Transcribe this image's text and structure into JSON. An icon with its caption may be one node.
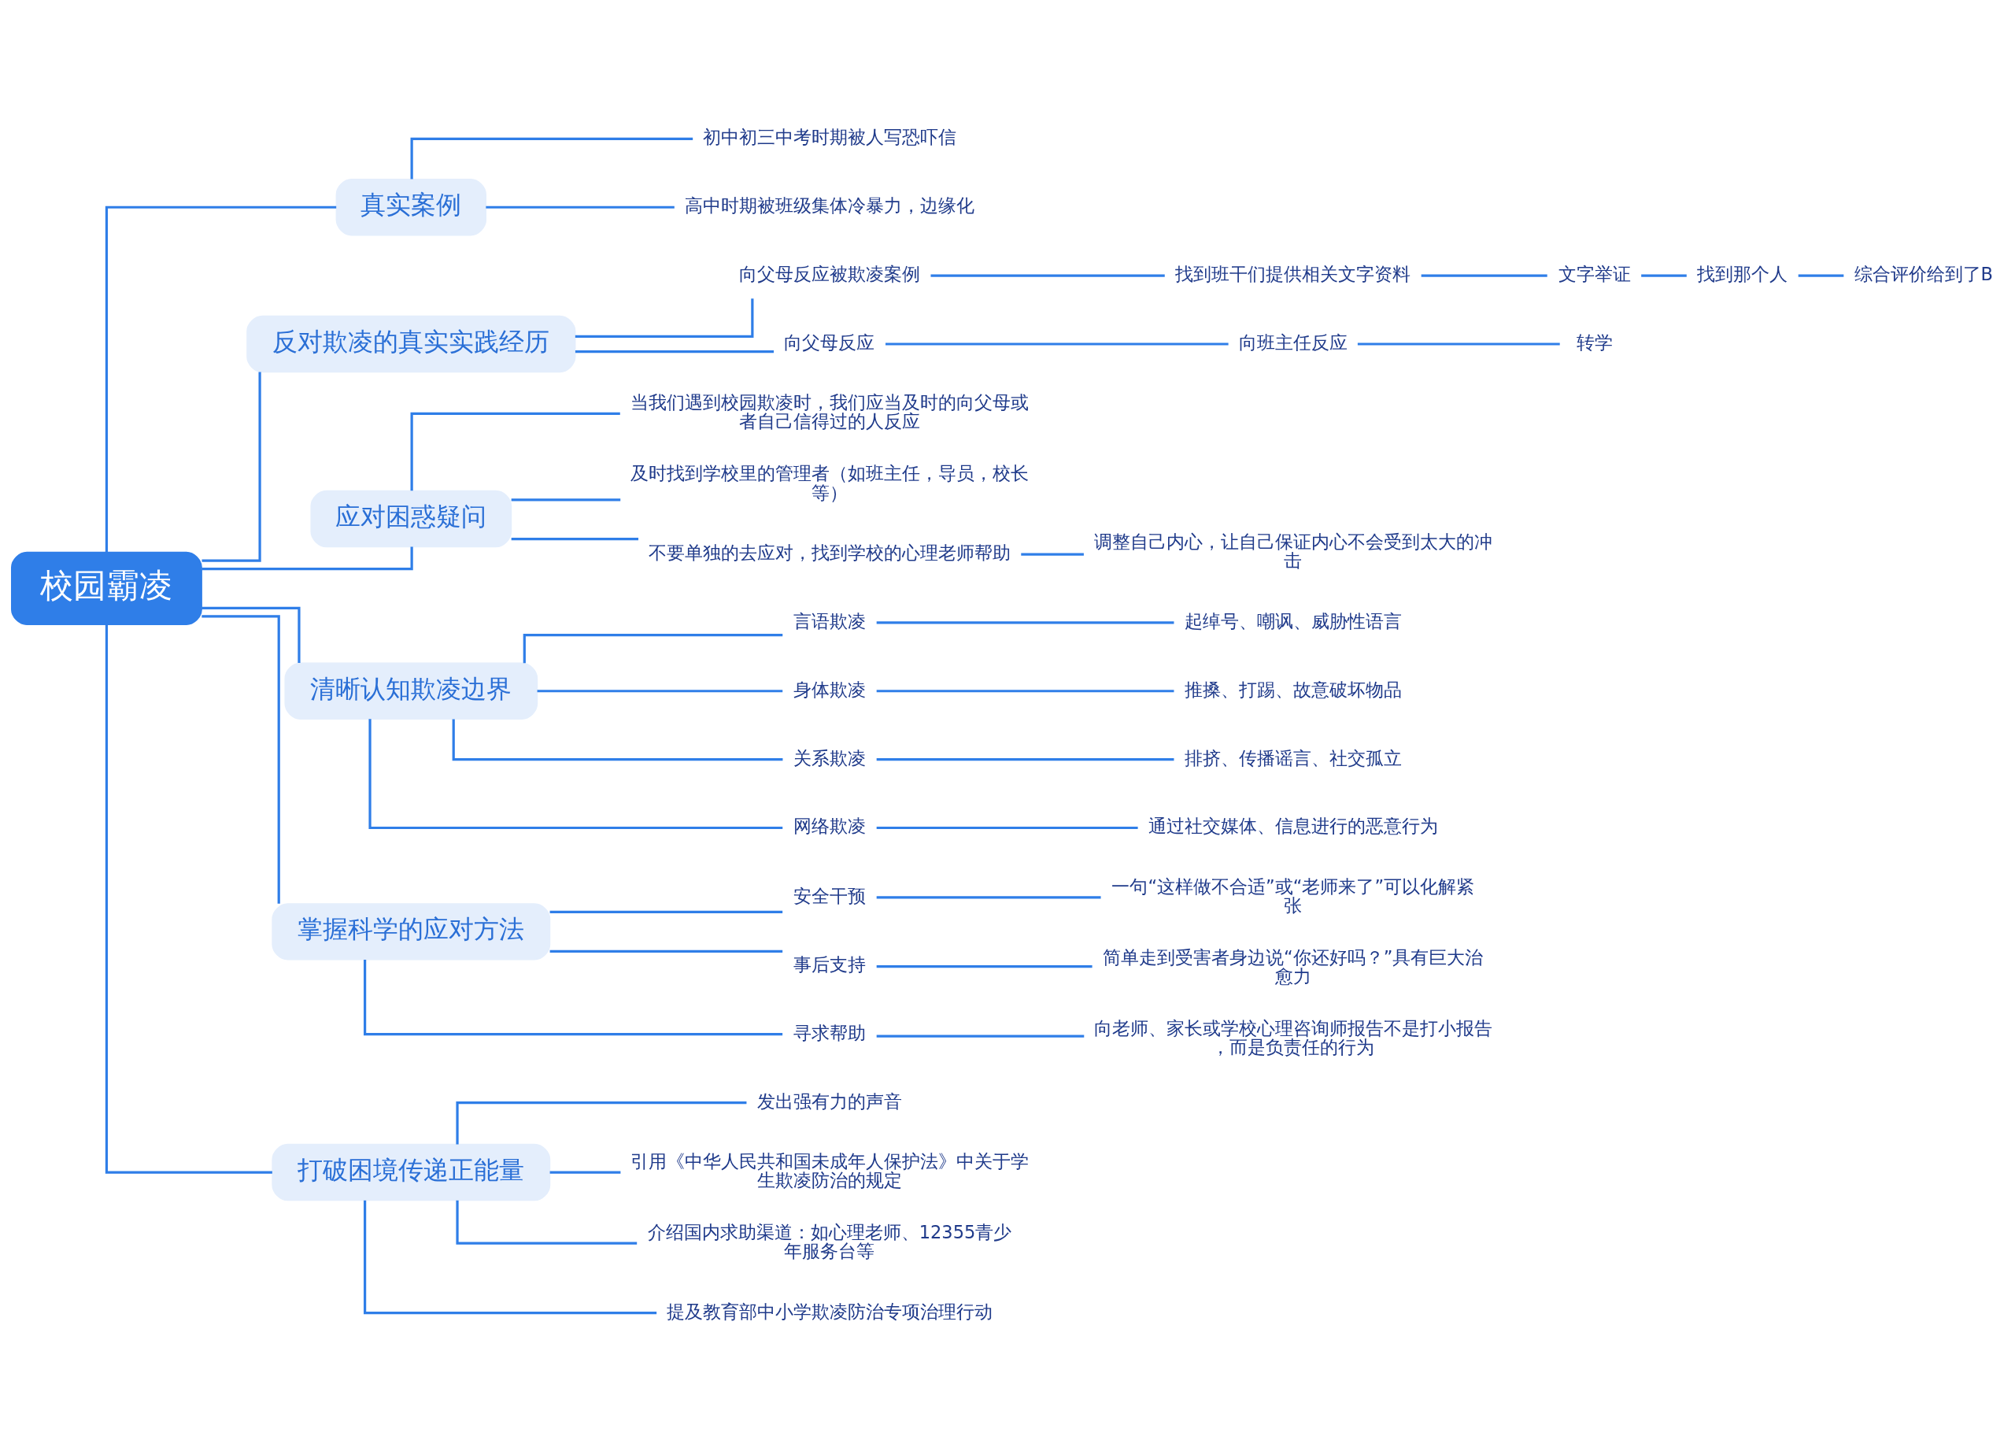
{
  "diagram": {
    "nodes": [
      {
        "text": [
          "校园霸凌"
        ]
      },
      {
        "text": [
          "真实案例"
        ]
      },
      {
        "text": [
          "初中初三中考时期被人写恐吓信"
        ]
      },
      {
        "text": [
          "高中时期被班级集体冷暴力，边缘化"
        ]
      },
      {
        "text": [
          "反对欺凌的真实实践经历"
        ]
      },
      {
        "text": [
          "向父母反应被欺凌案例"
        ]
      },
      {
        "text": [
          "找到班干们提供相关文字资料"
        ]
      },
      {
        "text": [
          "文字举证"
        ]
      },
      {
        "text": [
          "找到那个人"
        ]
      },
      {
        "text": [
          "综合评价给到了B"
        ]
      },
      {
        "text": [
          "向父母反应"
        ]
      },
      {
        "text": [
          "向班主任反应"
        ]
      },
      {
        "text": [
          "转学"
        ]
      },
      {
        "text": [
          "应对困惑疑问"
        ]
      },
      {
        "text": [
          "当我们遇到校园欺凌时，我们应当及时的向父母或者自己信得过的人反应"
        ]
      },
      {
        "text": [
          "及时找到学校里的管理者（如班主任，导员，校长等）"
        ]
      },
      {
        "text": [
          "不要单独的去应对，找到学校的心理老师帮助"
        ]
      },
      {
        "text": [
          "调整自己内心，让自己保证内心不会受到太大的冲击"
        ]
      },
      {
        "text": [
          "清晰认知欺凌边界"
        ]
      },
      {
        "text": [
          "言语欺凌"
        ]
      },
      {
        "text": [
          "起绰号、嘲讽、威胁性语言"
        ]
      },
      {
        "text": [
          "身体欺凌"
        ]
      },
      {
        "text": [
          "推搡、打踢、故意破坏物品"
        ]
      },
      {
        "text": [
          "关系欺凌"
        ]
      },
      {
        "text": [
          "排挤、传播谣言、社交孤立"
        ]
      },
      {
        "text": [
          "网络欺凌"
        ]
      },
      {
        "text": [
          "通过社交媒体、信息进行的恶意行为"
        ]
      },
      {
        "text": [
          "掌握科学的应对方法"
        ]
      },
      {
        "text": [
          "安全干预"
        ]
      },
      {
        "text": [
          "一句“这样做不合适”或“老师来了”可以化解紧张"
        ]
      },
      {
        "text": [
          "事后支持"
        ]
      },
      {
        "text": [
          "简单走到受害者身边说“你还好吗？”具有巨大治愈力"
        ]
      },
      {
        "text": [
          "寻求帮助"
        ]
      },
      {
        "text": [
          "向老师、家长或学校心理咨询师报告不是打小报告，而是负责任的行为"
        ]
      },
      {
        "text": [
          "打破困境传递正能量"
        ]
      },
      {
        "text": [
          "发出强有力的声音"
        ]
      },
      {
        "text": [
          "引用《中华人民共和国未成年人保护法》中关于学生欺凌防治的规定"
        ]
      },
      {
        "text": [
          "介绍国内求助渠道：如心理老师、12355青少年服务台等"
        ]
      },
      {
        "text": [
          "提及教育部中小学欺凌防治专项治理行动"
        ]
      }
    ],
    "edges": [
      {
        "from": 0,
        "to": 1,
        "arrow": "none"
      },
      {
        "from": 1,
        "to": 2,
        "arrow": "none"
      },
      {
        "from": 1,
        "to": 3,
        "arrow": "none"
      },
      {
        "from": 0,
        "to": 4,
        "arrow": "none"
      },
      {
        "from": 4,
        "to": 5,
        "arrow": "none"
      },
      {
        "from": 5,
        "to": 6,
        "arrow": "none"
      },
      {
        "from": 6,
        "to": 7,
        "arrow": "none"
      },
      {
        "from": 7,
        "to": 8,
        "arrow": "none"
      },
      {
        "from": 8,
        "to": 9,
        "arrow": "none"
      },
      {
        "from": 4,
        "to": 10,
        "arrow": "none"
      },
      {
        "from": 10,
        "to": 11,
        "arrow": "none"
      },
      {
        "from": 11,
        "to": 12,
        "arrow": "none"
      },
      {
        "from": 0,
        "to": 13,
        "arrow": "none"
      },
      {
        "from": 13,
        "to": 14,
        "arrow": "none"
      },
      {
        "from": 13,
        "to": 15,
        "arrow": "none"
      },
      {
        "from": 13,
        "to": 16,
        "arrow": "none"
      },
      {
        "from": 16,
        "to": 17,
        "arrow": "none"
      },
      {
        "from": 0,
        "to": 18,
        "arrow": "none"
      },
      {
        "from": 18,
        "to": 19,
        "arrow": "none"
      },
      {
        "from": 19,
        "to": 20,
        "arrow": "none"
      },
      {
        "from": 18,
        "to": 21,
        "arrow": "none"
      },
      {
        "from": 21,
        "to": 22,
        "arrow": "none"
      },
      {
        "from": 18,
        "to": 23,
        "arrow": "none"
      },
      {
        "from": 23,
        "to": 24,
        "arrow": "none"
      },
      {
        "from": 18,
        "to": 25,
        "arrow": "none"
      },
      {
        "from": 25,
        "to": 26,
        "arrow": "none"
      },
      {
        "from": 0,
        "to": 27,
        "arrow": "none"
      },
      {
        "from": 27,
        "to": 28,
        "arrow": "none"
      },
      {
        "from": 28,
        "to": 29,
        "arrow": "none"
      },
      {
        "from": 27,
        "to": 30,
        "arrow": "none"
      },
      {
        "from": 30,
        "to": 31,
        "arrow": "none"
      },
      {
        "from": 27,
        "to": 32,
        "arrow": "none"
      },
      {
        "from": 32,
        "to": 33,
        "arrow": "none"
      },
      {
        "from": 0,
        "to": 34,
        "arrow": "none"
      },
      {
        "from": 34,
        "to": 35,
        "arrow": "none"
      },
      {
        "from": 34,
        "to": 36,
        "arrow": "none"
      },
      {
        "from": 34,
        "to": 37,
        "arrow": "none"
      },
      {
        "from": 34,
        "to": 38,
        "arrow": "none"
      }
    ]
  }
}
